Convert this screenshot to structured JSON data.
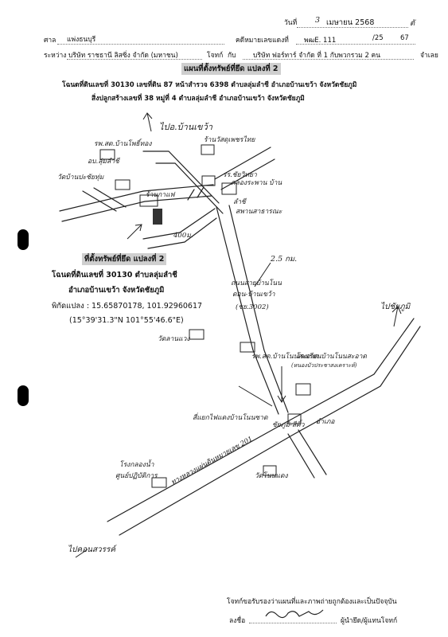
{
  "header": {
    "date_label": "วันที่",
    "date_day": "3",
    "date_month_year": "เมษายน 2568",
    "corner_mark": "ตั",
    "court_label": "ศาล",
    "court_name": "แพ่งธนบุรี",
    "case_label": "คดีหมายเลขแดงที่",
    "case_no": "พฒE. 111",
    "case_slash": "/25",
    "case_year": "67",
    "between_label": "ระหว่าง",
    "plaintiff": "บริษัท ราชธานี ลิสซิ่ง จำกัด (มหาชน)",
    "plaintiff_role": "โจทก์",
    "with_label": "กับ",
    "defendant": "บริษัท ฟอร์ทาร์ จำกัด ที่ 1 กับพวกรวม 2 คน",
    "defendant_role": "จำเลย"
  },
  "title": {
    "heading": "แผนที่ตั้งทรัพย์ที่ยึด แปลงที่ 2",
    "line1": "โฉนดที่ดินเลขที่ 30130 เลขที่ดิน 87 หน้าสำรวจ 6398 ตำบลลุ่มลำชี อำเภอบ้านเขว้า จังหวัดชัยภูมิ",
    "line2": "สิ่งปลูกสร้างเลขที่ 38 หมู่ที่ 4 ตำบลลุ่มลำชี อำเภอบ้านเขว้า จังหวัดชัยภูมิ"
  },
  "property_box": {
    "heading": "ที่ตั้งทรัพย์ที่ยึด แปลงที่ 2",
    "line1": "โฉนดที่ดินเลขที่ 30130 ตำบลลุ่มลำชี",
    "line2": "อำเภอบ้านเขว้า จังหวัดชัยภูมิ",
    "line3": "พิกัดแปลง : 15.65870178, 101.92960617",
    "line4": "(15°39'31.3\"N 101°55'46.6\"E)"
  },
  "map_labels": {
    "to_ban_khwao": "ไปอ.บ้านเขว้า",
    "hospital": "รพ.สต.บ้านโพธิ์ทอง",
    "shop_phet": "ร้านวัสดุเพชรไทย",
    "lpru": "อบ.ลุ่มลำชี",
    "temple_left": "วัดบ้านปะชัยทุ่ม",
    "school_right": "รร.ชัยวิทยา",
    "lamchi_river": "ลำชี",
    "bridge_note": "คลองระพาน บ้าน",
    "shop_near": "ร้านกาแฟ",
    "subject_small": "สพานสาธารณะ",
    "distance_400": "400ม.",
    "distance_25": "2.5 กม.",
    "road_main": "ถนนสายบ้านโนน",
    "road_main2": "ดอน-บ้านเขว้า",
    "road_code": "(ชย.3002)",
    "temple_lower": "วัดลานแวง",
    "hospital2": "รพ.สต.บ้านโนนสะอาด",
    "school2": "โรงเรียนบ้านโนนสะอาด",
    "school2_b": "(หนองบัวประชาสงเคราะห์)",
    "junction": "สี่แยกไฟแดงบ้านโนนซาด",
    "to_chaiyaphum": "ไปชัยภูมิ",
    "route_201": "ชัยภูมิ-สีคิ้ว",
    "hw_road": "ทางหลวงแผ่นดินหมายเลข 201",
    "temple_bottom": "วัดโนนแดง",
    "school3": "โรงกลองน้ำ",
    "school3_b": "ศูนย์ปฏิบัติการ",
    "right_mark": "อำเภอ",
    "to_khon_sawan": "ไปคอนสวรรค์"
  },
  "footer": {
    "certify": "โจทก์ขอรับรองว่าแผนที่และภาพถ่ายถูกต้องและเป็นปัจจุบัน",
    "sign_label": "ลงชื่อ",
    "sign_role": "ผู้นำยึด/ผู้แทนโจทก์"
  }
}
